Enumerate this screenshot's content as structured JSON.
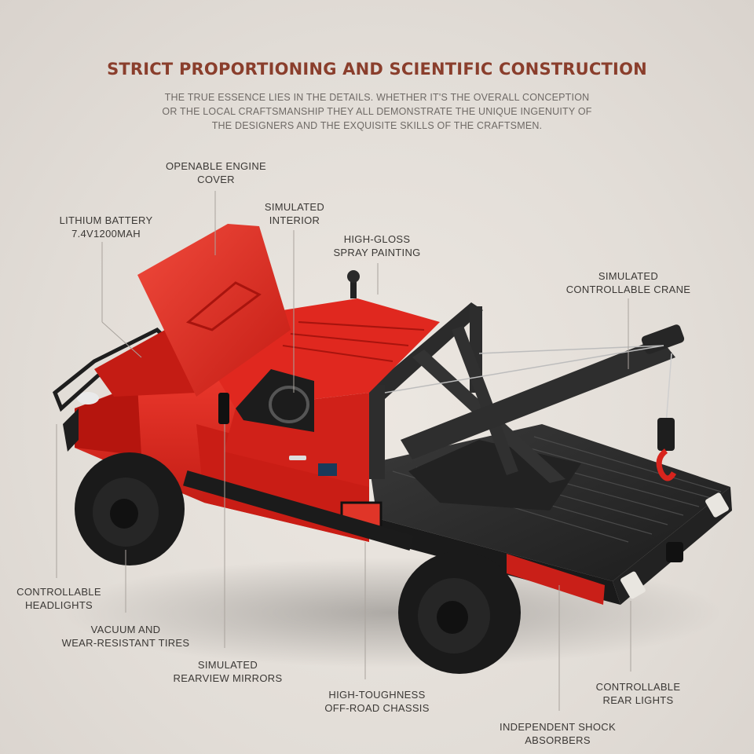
{
  "header": {
    "title": "STRICT PROPORTIONING AND SCIENTIFIC CONSTRUCTION",
    "subtitle_lines": [
      "THE TRUE ESSENCE LIES IN THE DETAILS. WHETHER IT'S THE OVERALL CONCEPTION",
      "OR THE LOCAL CRAFTSMANSHIP THEY ALL DEMONSTRATE THE UNIQUE INGENUITY OF",
      "THE DESIGNERS AND THE EXQUISITE SKILLS OF THE CRAFTSMEN."
    ]
  },
  "callouts": {
    "engine_cover": [
      "OPENABLE ENGINE",
      "COVER"
    ],
    "battery": [
      "LITHIUM BATTERY",
      "7.4V1200MAH"
    ],
    "interior": [
      "SIMULATED",
      "INTERIOR"
    ],
    "paint": [
      "HIGH-GLOSS",
      "SPRAY PAINTING"
    ],
    "crane": [
      "SIMULATED",
      "CONTROLLABLE CRANE"
    ],
    "headlights": [
      "CONTROLLABLE",
      "HEADLIGHTS"
    ],
    "tires": [
      "VACUUM AND",
      "WEAR-RESISTANT TIRES"
    ],
    "mirrors": [
      "SIMULATED",
      "REARVIEW MIRRORS"
    ],
    "chassis": [
      "HIGH-TOUGHNESS",
      "OFF-ROAD CHASSIS"
    ],
    "rear_lights": [
      "CONTROLLABLE",
      "REAR LIGHTS"
    ],
    "shocks": [
      "INDEPENDENT SHOCK",
      "ABSORBERS"
    ]
  },
  "colors": {
    "body_red": "#d8241d",
    "title": "#8a3e2c",
    "bed_black": "#2a2a2a"
  }
}
